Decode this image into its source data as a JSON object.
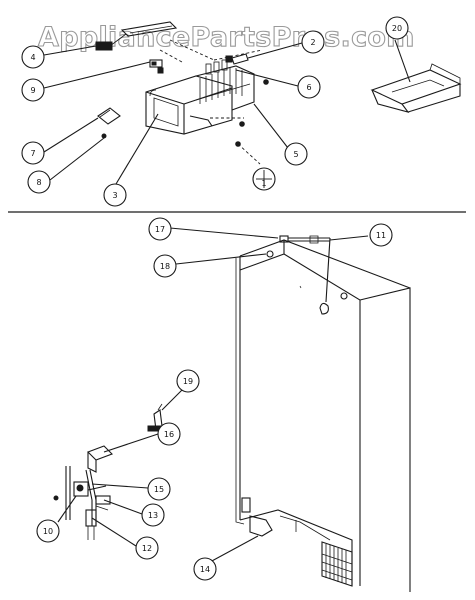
{
  "watermark": {
    "text": "AppliancePartsPros.com"
  },
  "callouts": [
    {
      "id": "c4",
      "label": "4"
    },
    {
      "id": "c9",
      "label": "9"
    },
    {
      "id": "c2",
      "label": "2"
    },
    {
      "id": "c6",
      "label": "6"
    },
    {
      "id": "c20",
      "label": "20"
    },
    {
      "id": "c7",
      "label": "7"
    },
    {
      "id": "c8",
      "label": "8"
    },
    {
      "id": "c3",
      "label": "3"
    },
    {
      "id": "c5",
      "label": "5"
    },
    {
      "id": "c1",
      "label": "1"
    },
    {
      "id": "c17",
      "label": "17"
    },
    {
      "id": "c11",
      "label": "11"
    },
    {
      "id": "c18",
      "label": "18"
    },
    {
      "id": "c19",
      "label": "19"
    },
    {
      "id": "c16",
      "label": "16"
    },
    {
      "id": "c15",
      "label": "15"
    },
    {
      "id": "c10",
      "label": "10"
    },
    {
      "id": "c13",
      "label": "13"
    },
    {
      "id": "c12",
      "label": "12"
    },
    {
      "id": "c14",
      "label": "14"
    }
  ]
}
